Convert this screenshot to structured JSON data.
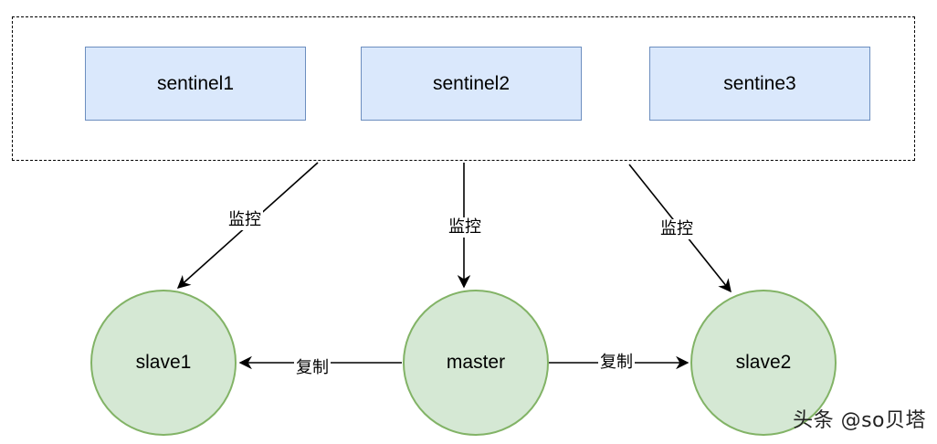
{
  "diagram": {
    "sentinels": [
      {
        "label": "sentinel1"
      },
      {
        "label": "sentinel2"
      },
      {
        "label": "sentine3"
      }
    ],
    "nodes": {
      "slave1": {
        "label": "slave1"
      },
      "master": {
        "label": "master"
      },
      "slave2": {
        "label": "slave2"
      }
    },
    "edges": [
      {
        "from": "sentinel1",
        "to": "slave1",
        "label": "监控"
      },
      {
        "from": "sentinel2",
        "to": "master",
        "label": "监控"
      },
      {
        "from": "sentine3",
        "to": "slave2",
        "label": "监控"
      },
      {
        "from": "master",
        "to": "slave1",
        "label": "复制"
      },
      {
        "from": "master",
        "to": "slave2",
        "label": "复制"
      }
    ],
    "colors": {
      "sentinel_fill": "#dae8fc",
      "sentinel_stroke": "#6c8ebf",
      "node_fill": "#d5e8d4",
      "node_stroke": "#82b366"
    }
  },
  "watermark": "头条 @so贝塔"
}
